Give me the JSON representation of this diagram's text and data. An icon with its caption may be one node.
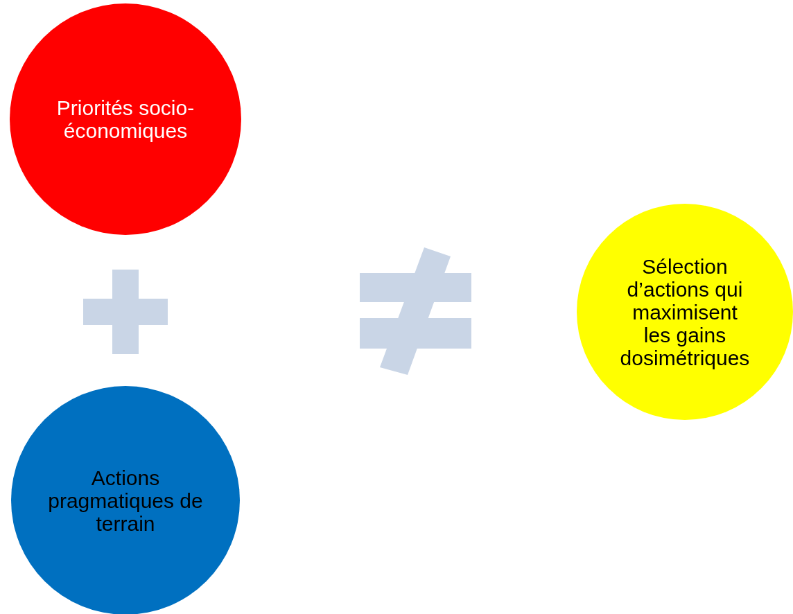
{
  "diagram": {
    "nodes": [
      {
        "text": [
          "Priorités socio-économiques"
        ]
      },
      {
        "text": [
          "Actions pragmatiques de terrain"
        ]
      },
      {
        "text": [
          "Sélection d’actions qui maximisent les gains dosimétriques"
        ]
      }
    ]
  }
}
